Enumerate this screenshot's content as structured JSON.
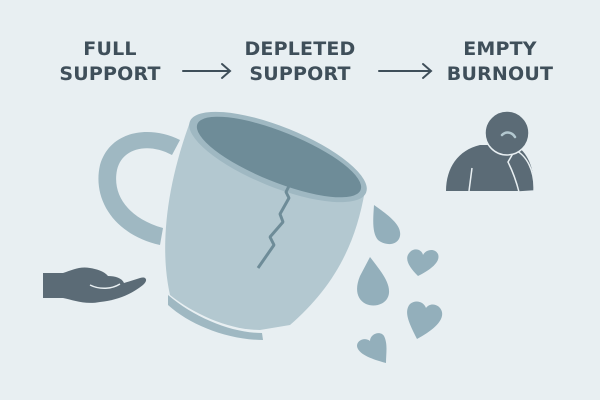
{
  "stages": [
    {
      "line1": "FULL",
      "line2": "SUPPORT"
    },
    {
      "line1": "DEPLETED",
      "line2": "SUPPORT"
    },
    {
      "line1": "EMPTY",
      "line2": "BURNOUT"
    }
  ],
  "icons": {
    "arrows": [
      "arrow-right-icon",
      "arrow-right-icon"
    ],
    "hand": "open-hand-icon",
    "cup": "cracked-tilted-cup-icon",
    "drops": [
      "drop-icon",
      "drop-icon"
    ],
    "hearts": [
      "heart-icon",
      "heart-icon",
      "heart-icon"
    ],
    "person": "sad-person-icon"
  },
  "colors": {
    "background": "#e8eff2",
    "text": "#3f4f5a",
    "dark_icon": "#5b6b76",
    "cup_body": "#b3c8d0",
    "cup_inner": "#6e8c98",
    "cup_rim": "#9fb8c2",
    "drop_heart": "#93afbb"
  }
}
